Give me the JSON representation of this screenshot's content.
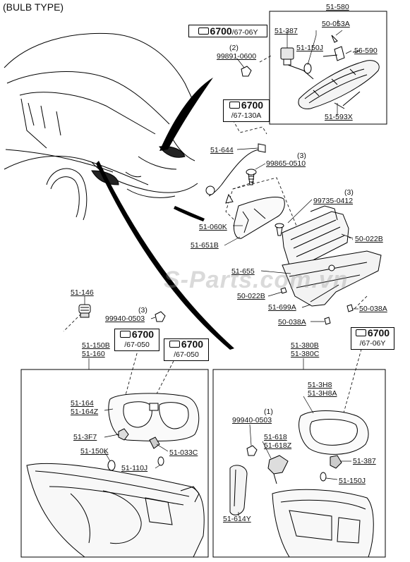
{
  "header": "(BULB TYPE)",
  "watermark": "S-Parts.com.vn",
  "refs": {
    "r1": {
      "main": "6700",
      "sub": "/67-06Y"
    },
    "r2": {
      "main": "6700",
      "sub": "/67-130A"
    },
    "r3": {
      "main": "6700",
      "sub": "/67-050"
    },
    "r4": {
      "main": "6700",
      "sub": "/67-050"
    },
    "r5": {
      "main": "6700",
      "sub": "/67-06Y"
    }
  },
  "labels": {
    "p51_580": "51-580",
    "p50_053a": "50-053A",
    "p51_387a": "51-387",
    "p51_150ja": "51-150J",
    "p56_590": "56-590",
    "p99891_0600": "99891-0600",
    "q2": "(2)",
    "p51_593x": "51-593X",
    "p51_644": "51-644",
    "q3a": "(3)",
    "p99865_0510": "99865-0510",
    "q3b": "(3)",
    "p99735_0412": "99735-0412",
    "p51_060k": "51-060K",
    "p51_651b": "51-651B",
    "p50_022b_a": "50-022B",
    "p51_655": "51-655",
    "p50_022b_b": "50-022B",
    "p51_699a": "51-699A",
    "p50_038a_a": "50-038A",
    "p50_038a_b": "50-038A",
    "p51_146": "51-146",
    "q3c": "(3)",
    "p99940_0503a": "99940-0503",
    "p51_150b": "51-150B",
    "p51_160": "51-160",
    "p51_380b": "51-380B",
    "p51_380c": "51-380C",
    "p51_3h8": "51-3H8",
    "p51_3h8a": "51-3H8A",
    "p51_164": "51-164",
    "p51_164z": "51-164Z",
    "p51_3f7": "51-3F7",
    "p51_150k": "51-150K",
    "p51_033c": "51-033C",
    "p51_110j": "51-110J",
    "q1": "(1)",
    "p99940_0503b": "99940-0503",
    "p51_618": "51-618",
    "p51_618z": "51-618Z",
    "p51_387b": "51-387",
    "p51_150jb": "51-150J",
    "p51_614y": "51-614Y"
  }
}
